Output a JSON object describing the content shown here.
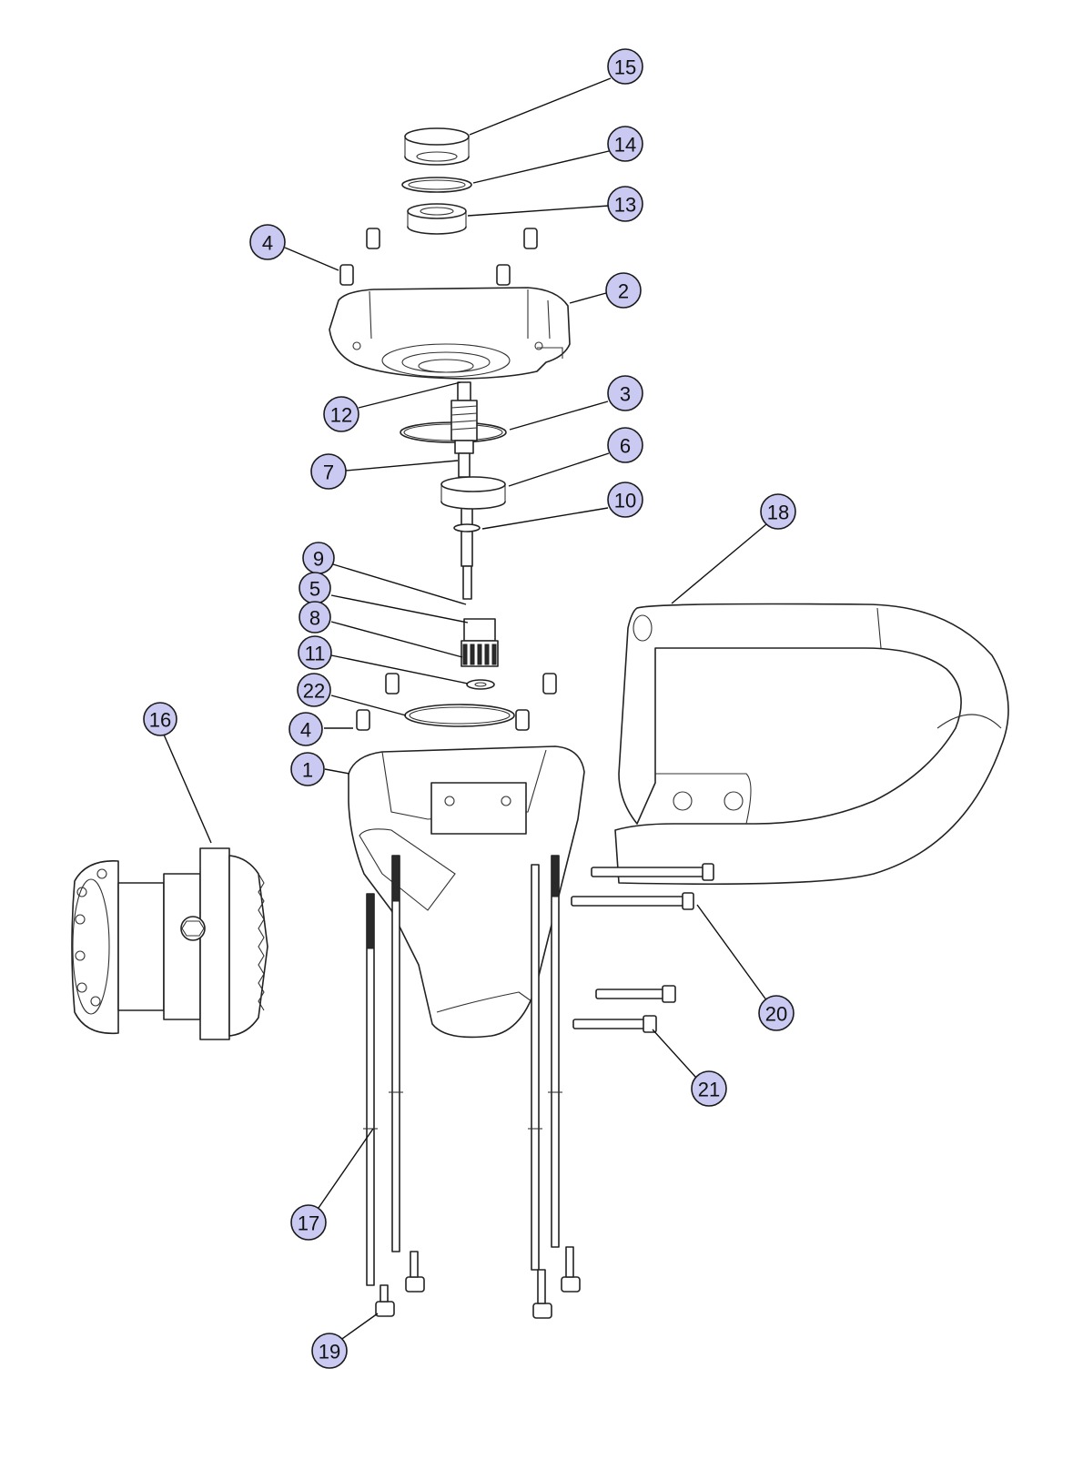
{
  "callouts": [
    {
      "id": "15",
      "label": "15"
    },
    {
      "id": "14",
      "label": "14"
    },
    {
      "id": "13",
      "label": "13"
    },
    {
      "id": "4a",
      "label": "4"
    },
    {
      "id": "2",
      "label": "2"
    },
    {
      "id": "12",
      "label": "12"
    },
    {
      "id": "3",
      "label": "3"
    },
    {
      "id": "6",
      "label": "6"
    },
    {
      "id": "7",
      "label": "7"
    },
    {
      "id": "10",
      "label": "10"
    },
    {
      "id": "18",
      "label": "18"
    },
    {
      "id": "9",
      "label": "9"
    },
    {
      "id": "5",
      "label": "5"
    },
    {
      "id": "8",
      "label": "8"
    },
    {
      "id": "11",
      "label": "11"
    },
    {
      "id": "22",
      "label": "22"
    },
    {
      "id": "16",
      "label": "16"
    },
    {
      "id": "4b",
      "label": "4"
    },
    {
      "id": "1",
      "label": "1"
    },
    {
      "id": "20",
      "label": "20"
    },
    {
      "id": "21",
      "label": "21"
    },
    {
      "id": "17",
      "label": "17"
    },
    {
      "id": "19",
      "label": "19"
    }
  ],
  "colors": {
    "bubble_fill": "#c9c9f2",
    "line": "#222222",
    "background": "#ffffff"
  }
}
